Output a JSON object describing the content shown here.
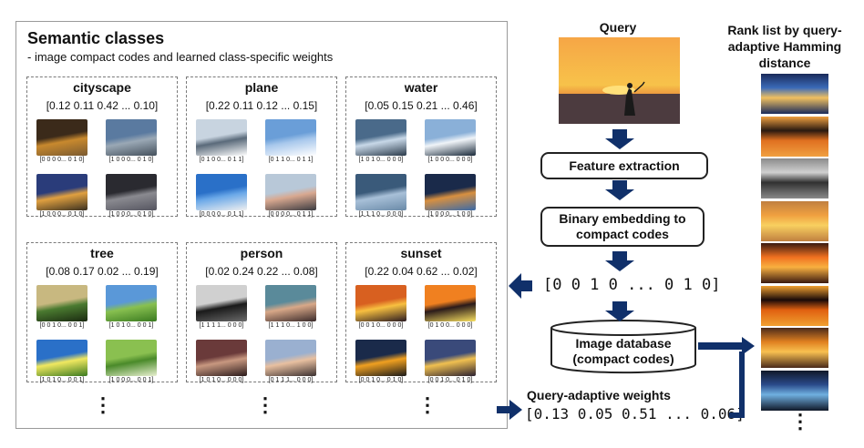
{
  "panel": {
    "title": "Semantic classes",
    "subtitle": "- image compact codes and learned class-specific weights"
  },
  "classes": [
    {
      "name": "cityscape",
      "weights": "[0.12 0.11 0.42 ... 0.10]",
      "codes": [
        "[0 0 0 0... 0 1 0]",
        "[1 0 0 0... 0 1 0]",
        "[1 0 0 0... 0 1 0]",
        "[1 0 0 0... 0 1 0]"
      ]
    },
    {
      "name": "plane",
      "weights": "[0.22 0.11 0.12 ... 0.15]",
      "codes": [
        "[0 1 0 0... 0 1 1]",
        "[0 1 1 0... 0 1 1]",
        "[0 0 0 0... 0 1 1]",
        "[0 0 0 0... 0 1 1]"
      ]
    },
    {
      "name": "water",
      "weights": "[0.05 0.15 0.21 ... 0.46]",
      "codes": [
        "[1 0 1 0... 0 0 0]",
        "[1 0 0 0... 0 0 0]",
        "[1 1 1 0... 0 0 0]",
        "[1 0 0 0... 1 0 0]"
      ]
    },
    {
      "name": "tree",
      "weights": "[0.08 0.17 0.02 ... 0.19]",
      "codes": [
        "[0 0 1 0... 0 0 1]",
        "[1 0 1 0... 0 0 1]",
        "[1 0 1 0... 0 0 1]",
        "[1 0 0 0... 0 0 1]"
      ]
    },
    {
      "name": "person",
      "weights": "[0.02 0.24 0.22 ... 0.08]",
      "codes": [
        "[1 1 1 1... 0 0 0]",
        "[1 1 1 0... 1 0 0]",
        "[1 0 1 0... 0 0 0]",
        "[0 1 1 1... 0 0 0]"
      ]
    },
    {
      "name": "sunset",
      "weights": "[0.22 0.04 0.62 ... 0.02]",
      "codes": [
        "[0 0 1 0... 0 0 0]",
        "[0 1 0 0... 0 0 0]",
        "[0 0 1 0... 0 1 0]",
        "[0 0 1 0... 0 1 0]"
      ]
    }
  ],
  "ellipsis": "⋮",
  "pipeline": {
    "query_label": "Query",
    "feature_extraction": "Feature extraction",
    "binary_embedding": "Binary embedding to compact codes",
    "query_code": "[0 0 1 0 ... 0 1 0]",
    "database": "Image database (compact codes)",
    "adaptive_weights_label": "Query-adaptive weights",
    "adaptive_weights_value": "[0.13 0.05 0.51 ... 0.06]"
  },
  "rank": {
    "title": "Rank list by query-adaptive Hamming distance"
  },
  "colors": {
    "arrow": "#10306a",
    "panel_border": "#9a9a9a"
  }
}
